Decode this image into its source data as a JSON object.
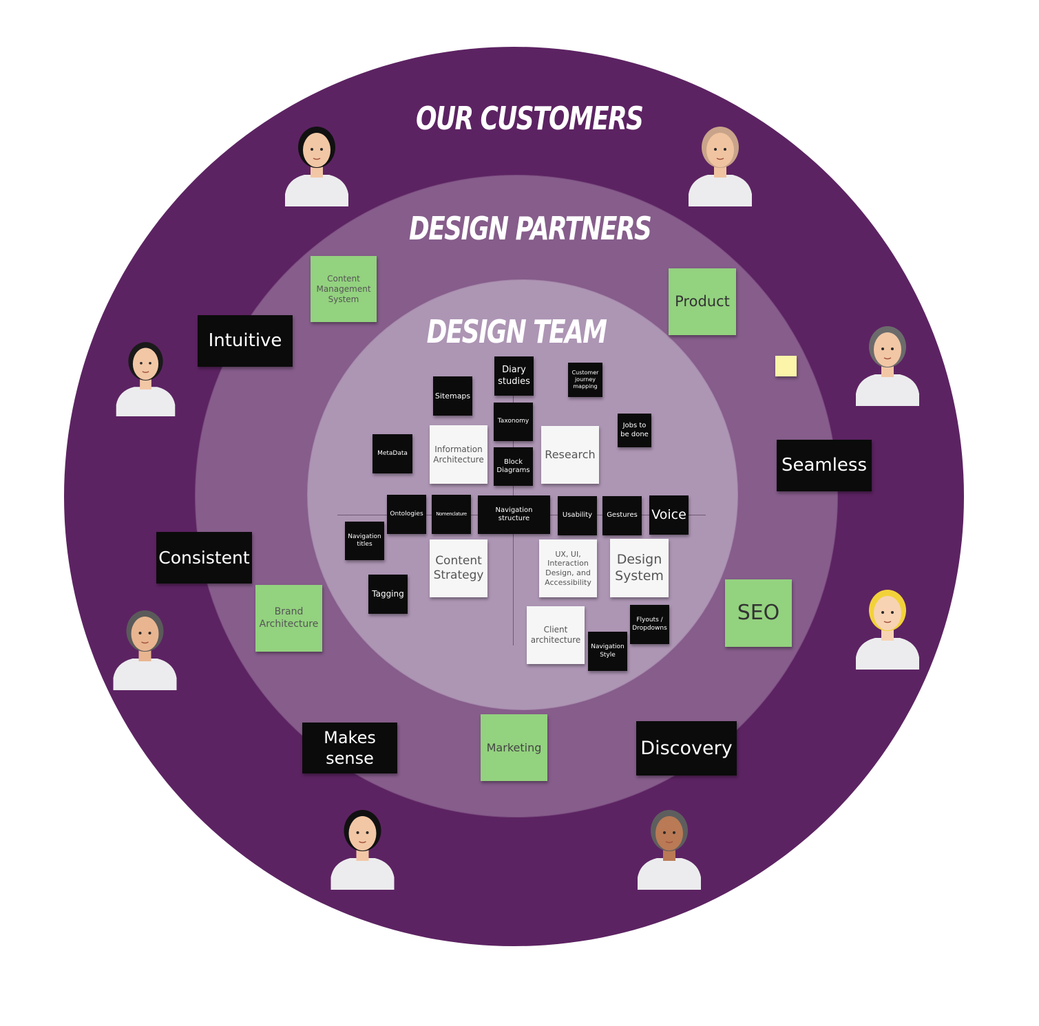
{
  "colors": {
    "outer_ring": "#5c2362",
    "middle_ring": "#865d8b",
    "inner_ring": "#ad95b4",
    "sticky_black": "#0b0b0b",
    "sticky_white": "#f6f6f6",
    "sticky_green": "#93d27f",
    "sticky_yellow": "#fbf4a9"
  },
  "rings": {
    "outer_title": "OUR CUSTOMERS",
    "middle_title": "DESIGN PARTNERS",
    "inner_title": "DESIGN TEAM"
  },
  "customer_words": {
    "intuitive": "Intuitive",
    "seamless": "Seamless",
    "consistent": "Consistent",
    "makes_sense_line1": "Makes",
    "makes_sense_line2": "sense",
    "discovery": "Discovery"
  },
  "partner_notes": {
    "cms_line1": "Content",
    "cms_line2": "Management",
    "cms_line3": "System",
    "product": "Product",
    "brand_line1": "Brand",
    "brand_line2": "Architecture",
    "seo": "SEO",
    "marketing": "Marketing"
  },
  "team_notes": {
    "diary_line1": "Diary",
    "diary_line2": "studies",
    "cjm_line1": "Customer",
    "cjm_line2": "journey",
    "cjm_line3": "mapping",
    "sitemaps": "Sitemaps",
    "taxonomy": "Taxonomy",
    "jtbd_line1": "Jobs to",
    "jtbd_line2": "be done",
    "metadata": "MetaData",
    "ia_line1": "Information",
    "ia_line2": "Architecture",
    "block_line1": "Block",
    "block_line2": "Diagrams",
    "research": "Research",
    "ontologies": "Ontologies",
    "nomenclature": "Nomenclature",
    "nav_structure": "Navigation structure",
    "usability": "Usability",
    "gestures": "Gestures",
    "voice": "Voice",
    "nav_titles_line1": "Navigation",
    "nav_titles_line2": "titles",
    "content_line1": "Content",
    "content_line2": "Strategy",
    "ux_line1": "UX, UI,",
    "ux_line2": "Interaction",
    "ux_line3": "Design, and",
    "ux_line4": "Accessibility",
    "ds_line1": "Design",
    "ds_line2": "System",
    "tagging": "Tagging",
    "client_line1": "Client",
    "client_line2": "architecture",
    "flyouts_line1": "Flyouts /",
    "flyouts_line2": "Dropdowns",
    "navstyle_line1": "Navigation",
    "navstyle_line2": "Style"
  },
  "customers": [
    {
      "name": "customer-woman-long-hair",
      "hair": "#111111",
      "skin": "#f2c7a5"
    },
    {
      "name": "customer-bald-man-glasses",
      "hair": "#c9a48a",
      "skin": "#f0c4a0"
    },
    {
      "name": "customer-woman-bun",
      "hair": "#1a1a1a",
      "skin": "#f2c7a5"
    },
    {
      "name": "customer-older-woman-glasses",
      "hair": "#6b6b6b",
      "skin": "#f2c7a5"
    },
    {
      "name": "customer-man-mustache",
      "hair": "#5a5a5a",
      "skin": "#e8b590"
    },
    {
      "name": "customer-blonde-woman",
      "hair": "#f2d23a",
      "skin": "#f7d3b4"
    },
    {
      "name": "customer-young-man-glasses",
      "hair": "#111111",
      "skin": "#f2c7a5"
    },
    {
      "name": "customer-woman-glasses-dark",
      "hair": "#5e5e5e",
      "skin": "#b97a55"
    }
  ]
}
